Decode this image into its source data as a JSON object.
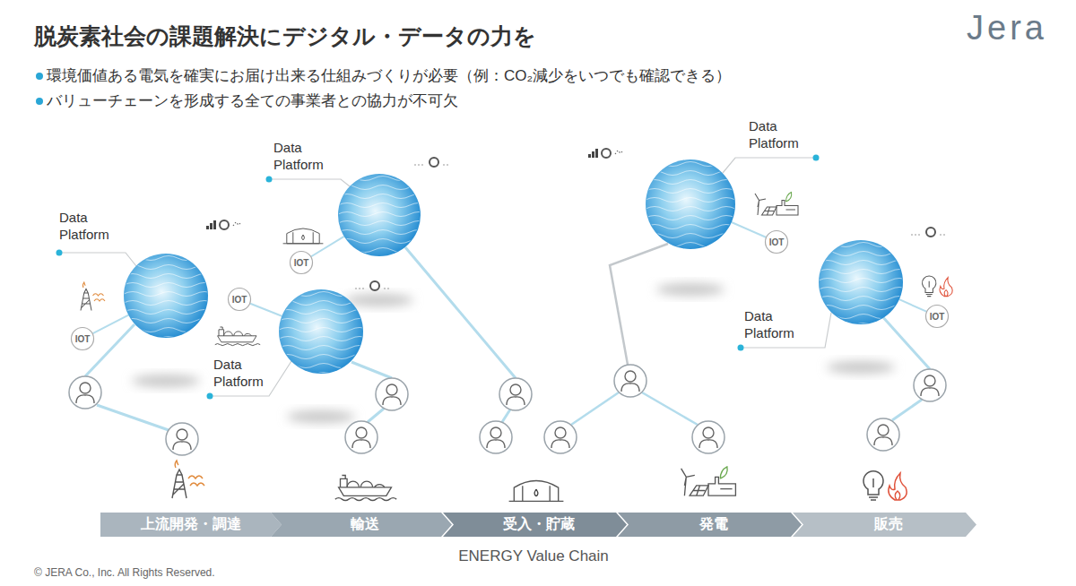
{
  "diagram": {
    "title": "脱炭素社会の課題解決にデジタル・データの力を",
    "caption": "ENERGY Value Chain",
    "nodes": [
      {
        "text": [
          "Data Platform"
        ]
      },
      {
        "text": [
          "IOT"
        ]
      },
      {
        "text": [
          "Data Platform"
        ]
      },
      {
        "text": [
          "IOT"
        ]
      },
      {
        "text": [
          "IOT"
        ]
      },
      {
        "text": [
          "Data Platform"
        ]
      },
      {
        "text": [
          "Data Platform"
        ]
      },
      {
        "text": [
          "IOT"
        ]
      },
      {
        "text": [
          "Data Platform"
        ]
      },
      {
        "text": [
          "IOT"
        ]
      },
      {
        "text": [
          "上流開発・調達"
        ]
      },
      {
        "text": [
          "輸送"
        ]
      },
      {
        "text": [
          "受入・貯蔵"
        ]
      },
      {
        "text": [
          "発電"
        ]
      },
      {
        "text": [
          "販売"
        ]
      }
    ],
    "edges": [
      {
        "from": 1,
        "to": 0,
        "arrow": "none"
      },
      {
        "from": 3,
        "to": 2,
        "arrow": "none"
      },
      {
        "from": 4,
        "to": 5,
        "arrow": "none"
      },
      {
        "from": 7,
        "to": 6,
        "arrow": "none"
      },
      {
        "from": 9,
        "to": 8,
        "arrow": "none"
      }
    ],
    "labels": [
      "環境価値ある電気を確実にお届け出来る仕組みづくりが必要（例：CO₂減少をいつでも確認できる）",
      "バリューチェーンを形成する全ての事業者との協力が不可欠",
      "Jera",
      "© JERA Co., Inc. All Rights Reserved."
    ]
  }
}
